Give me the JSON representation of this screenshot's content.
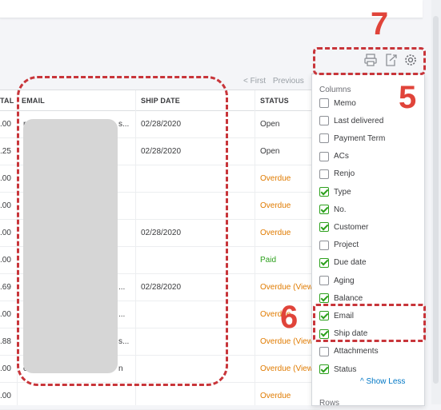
{
  "pager": {
    "first": "< First",
    "previous": "Previous"
  },
  "table": {
    "headers": {
      "total": "TAL",
      "email": "EMAIL",
      "ship_date": "SHIP DATE",
      "status": "STATUS"
    },
    "rows": [
      {
        "total": ".00",
        "email": "r",
        "email_tail": "s...",
        "ship": "02/28/2020",
        "status": "Open",
        "kind": "open"
      },
      {
        "total": ".25",
        "email": "",
        "email_tail": "",
        "ship": "02/28/2020",
        "status": "Open",
        "kind": "open"
      },
      {
        "total": ".00",
        "email": "",
        "email_tail": "",
        "ship": "",
        "status": "Overdue",
        "kind": "overdue"
      },
      {
        "total": ".00",
        "email": "",
        "email_tail": "",
        "ship": "",
        "status": "Overdue",
        "kind": "overdue"
      },
      {
        "total": ".00",
        "email": "",
        "email_tail": "",
        "ship": "02/28/2020",
        "status": "Overdue",
        "kind": "overdue"
      },
      {
        "total": ".00",
        "email": "",
        "email_tail": "",
        "ship": "",
        "status": "Paid",
        "kind": "paid"
      },
      {
        "total": ".69",
        "email": "",
        "email_tail": "...",
        "ship": "02/28/2020",
        "status": "Overdue (View",
        "kind": "overdue"
      },
      {
        "total": ".00",
        "email": "",
        "email_tail": "...",
        "ship": "",
        "status": "Overdue",
        "kind": "overdue"
      },
      {
        "total": ".88",
        "email": "",
        "email_tail": "s...",
        "ship": "",
        "status": "Overdue (View",
        "kind": "overdue"
      },
      {
        "total": ".00",
        "email": "c",
        "email_tail": "n",
        "ship": "",
        "status": "Overdue (View",
        "kind": "overdue"
      },
      {
        "total": ".00",
        "email": "",
        "email_tail": "",
        "ship": "",
        "status": "Overdue",
        "kind": "overdue"
      }
    ]
  },
  "panel": {
    "title": "Columns",
    "options": [
      {
        "label": "Memo",
        "checked": false
      },
      {
        "label": "Last delivered",
        "checked": false
      },
      {
        "label": "Payment Term",
        "checked": false
      },
      {
        "label": "ACs",
        "checked": false
      },
      {
        "label": "Renjo",
        "checked": false
      },
      {
        "label": "Type",
        "checked": true
      },
      {
        "label": "No.",
        "checked": true
      },
      {
        "label": "Customer",
        "checked": true
      },
      {
        "label": "Project",
        "checked": false
      },
      {
        "label": "Due date",
        "checked": true
      },
      {
        "label": "Aging",
        "checked": false
      },
      {
        "label": "Balance",
        "checked": true
      },
      {
        "label": "Email",
        "checked": true
      },
      {
        "label": "Ship date",
        "checked": true
      },
      {
        "label": "Attachments",
        "checked": false
      },
      {
        "label": "Status",
        "checked": true
      }
    ],
    "show_less": "^ Show Less",
    "rows_label": "Rows"
  },
  "toolbar": {
    "icons": [
      "print-icon",
      "export-icon",
      "gear-icon"
    ]
  },
  "annotations": {
    "seven": "7",
    "five": "5",
    "six": "6"
  },
  "colors": {
    "accent_green": "#2ca01c",
    "overdue_orange": "#e07b00",
    "link_blue": "#0077c5",
    "annotation_red": "#c8353a"
  }
}
